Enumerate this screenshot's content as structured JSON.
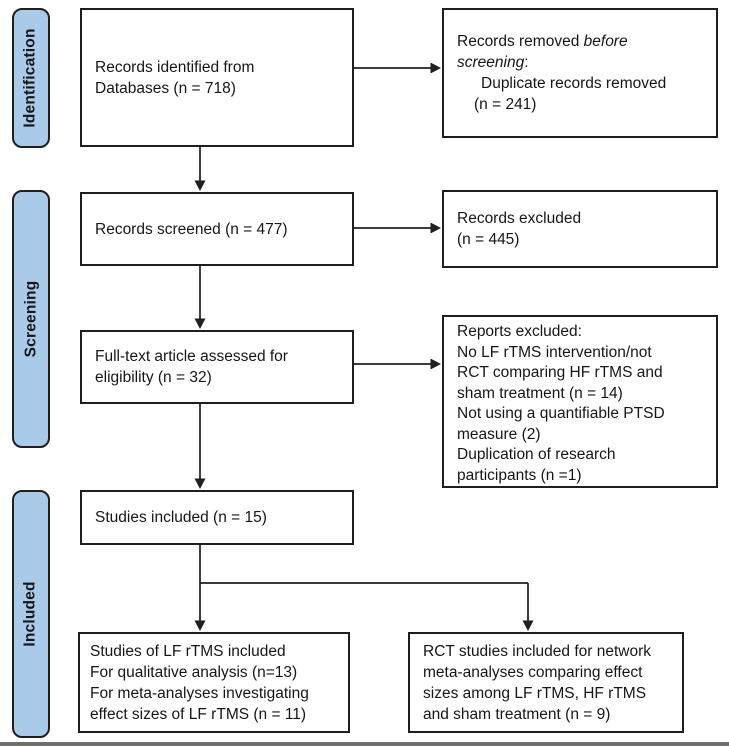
{
  "figure": {
    "type": "prisma-flow-diagram"
  },
  "stages": {
    "identification": "Identification",
    "screening": "Screening",
    "included": "Included"
  },
  "boxes": {
    "records_identified": {
      "lines": [
        "Records identified from",
        "Databases (n = 718)"
      ]
    },
    "records_removed": {
      "l1_pre": "Records removed ",
      "l1_italic": "before",
      "l2_italic": "screening",
      "l2_post": ":",
      "indent_lines": [
        "Duplicate records removed",
        "(n = 241)"
      ]
    },
    "records_screened": {
      "lines": [
        "Records screened (n = 477)"
      ]
    },
    "records_excluded": {
      "lines": [
        "Records excluded",
        "(n = 445)"
      ]
    },
    "fulltext_assessed": {
      "lines": [
        "Full-text article assessed for",
        "eligibility (n = 32)"
      ]
    },
    "reports_excluded": {
      "lines": [
        "Reports excluded:",
        "No LF rTMS intervention/not",
        "RCT comparing HF rTMS and",
        "sham treatment (n = 14)",
        "Not using a quantifiable PTSD",
        "measure (2)",
        "Duplication of research",
        "participants (n =1)"
      ]
    },
    "studies_included": {
      "lines": [
        "Studies included (n = 15)"
      ]
    },
    "lf_rtms_included": {
      "lines": [
        "Studies of LF rTMS included",
        "For qualitative analysis (n=13)",
        "For meta-analyses investigating",
        "effect sizes of LF rTMS (n = 11)"
      ]
    },
    "rct_network": {
      "lines": [
        "RCT studies included for network",
        "meta-analyses comparing effect",
        "sizes among LF rTMS, HF rTMS",
        "and sham treatment (n = 9)"
      ]
    }
  },
  "colors": {
    "stage_fill": "#a9cbe9",
    "stage_border": "#1f1f1f",
    "box_border": "#1f1f1f",
    "arrow": "#1f1f1f",
    "text": "#161616",
    "background": "#ffffff",
    "bottom_rule": "#555555"
  }
}
